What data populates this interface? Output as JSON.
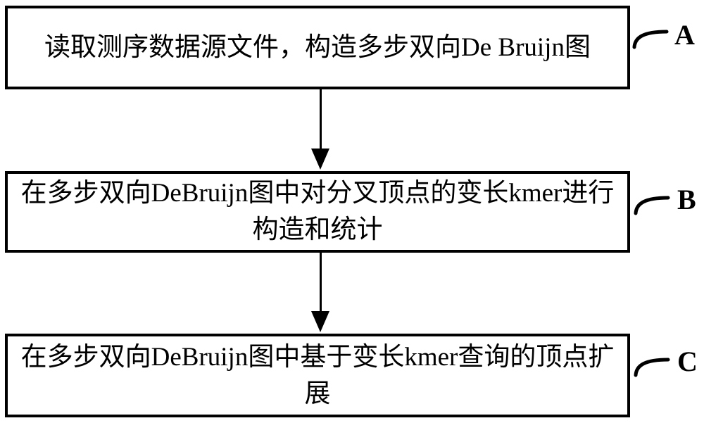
{
  "figure": {
    "type": "flowchart",
    "background_color": "#ffffff",
    "stroke_color": "#000000",
    "text_color": "#000000"
  },
  "boxes": [
    {
      "id": "A",
      "label": "A",
      "lines": [
        "读取测序数据源文件，构造多步双向De Bruijn图"
      ]
    },
    {
      "id": "B",
      "label": "B",
      "lines": [
        "在多步双向DeBruijn图中对分叉顶点的变长kmer进行",
        "构造和统计"
      ]
    },
    {
      "id": "C",
      "label": "C",
      "lines": [
        "在多步双向DeBruijn图中基于变长kmer查询的顶点扩",
        "展"
      ]
    }
  ],
  "connectors": [
    {
      "from": "A",
      "to": "B",
      "type": "arrow-down"
    },
    {
      "from": "B",
      "to": "C",
      "type": "arrow-down"
    }
  ]
}
